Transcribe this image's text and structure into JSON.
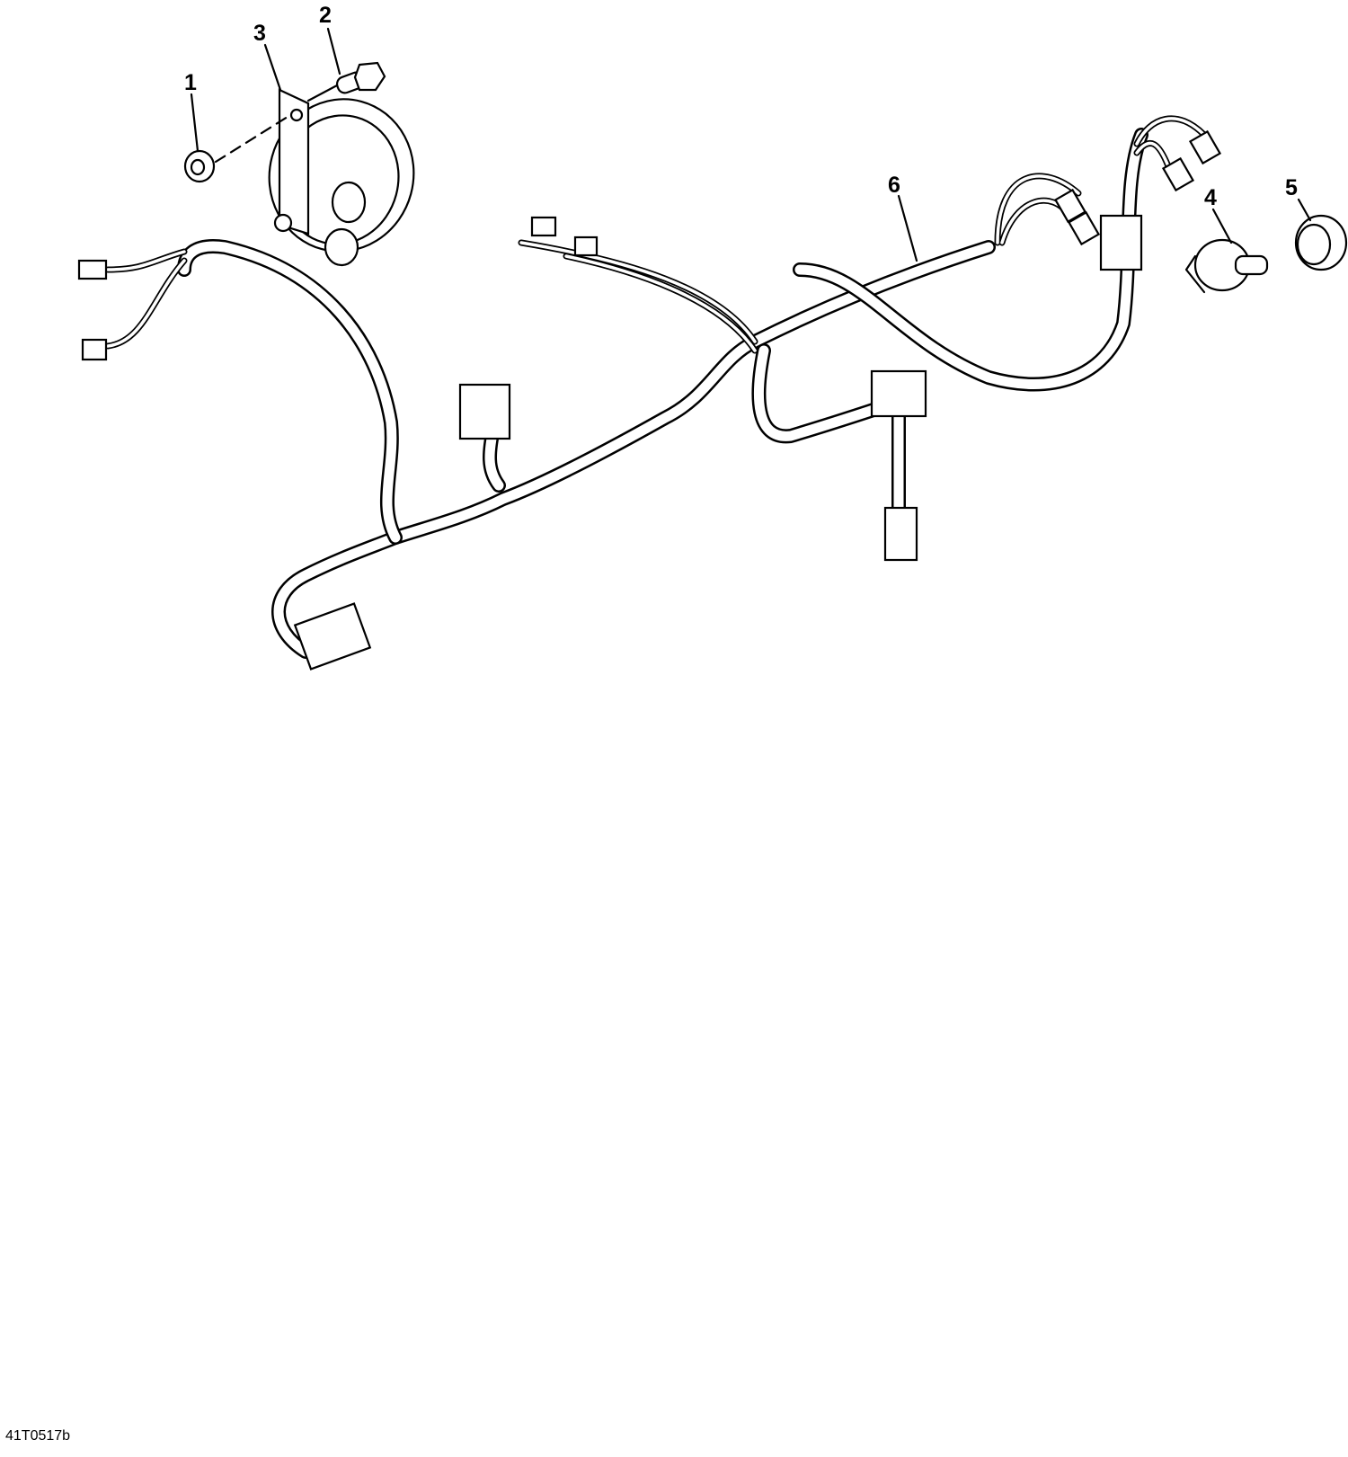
{
  "figure_code": "41T0517b",
  "callouts": [
    {
      "label": "1",
      "part": "nut"
    },
    {
      "label": "2",
      "part": "bolt"
    },
    {
      "label": "3",
      "part": "horn"
    },
    {
      "label": "4",
      "part": "switch"
    },
    {
      "label": "5",
      "part": "cap"
    },
    {
      "label": "6",
      "part": "wiring-harness"
    }
  ]
}
